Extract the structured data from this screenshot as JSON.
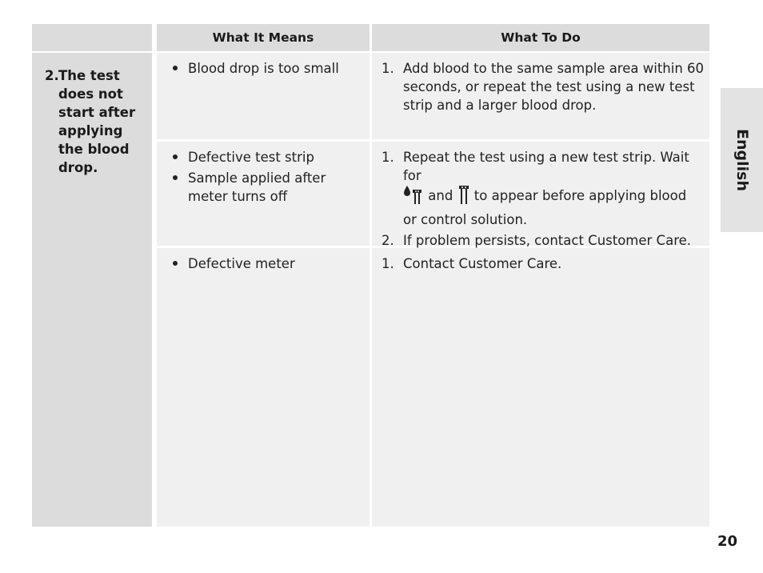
{
  "table": {
    "header": {
      "col1": "",
      "col2": "What It Means",
      "col3": "What To Do"
    },
    "problem": {
      "number": "2.",
      "text": "The test\ndoes not\nstart after\napplying\nthe blood\ndrop."
    },
    "rows": [
      {
        "means": [
          "Blood drop is too small"
        ],
        "todo": [
          {
            "num": "1.",
            "text": "Add blood to the same sample area within 60 seconds, or repeat the test using a new test strip and a larger blood drop."
          }
        ]
      },
      {
        "means": [
          "Defective test strip",
          "Sample applied after meter turns off"
        ],
        "todo": [
          {
            "num": "1.",
            "pre": "Repeat the test using a new test strip. Wait for",
            "and": "and",
            "post": "to appear before applying blood",
            "end": "or control solution."
          },
          {
            "num": "2.",
            "text": "If problem persists, contact Customer Care."
          }
        ]
      },
      {
        "means": [
          "Defective meter"
        ],
        "todo": [
          {
            "num": "1.",
            "text": "Contact Customer Care."
          }
        ]
      }
    ]
  },
  "icons": [
    "blood-drop-strip-icon",
    "test-strip-icon"
  ],
  "side_tab": "English",
  "page_number": "20"
}
